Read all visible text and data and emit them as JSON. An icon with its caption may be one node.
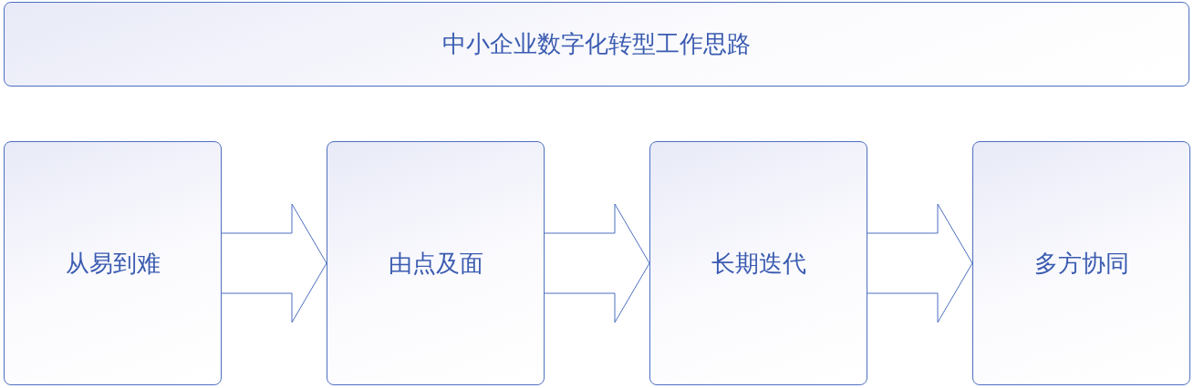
{
  "diagram": {
    "nodes": [
      {
        "text": [
          "中小企业数字化转型工作思路"
        ]
      },
      {
        "text": [
          "从易到难"
        ]
      },
      {
        "text": [
          "由点及面"
        ]
      },
      {
        "text": [
          "长期迭代"
        ]
      },
      {
        "text": [
          "多方协同"
        ]
      }
    ],
    "edges": [
      {
        "from": 1,
        "to": 2,
        "arrow": "to"
      },
      {
        "from": 2,
        "to": 3,
        "arrow": "to"
      },
      {
        "from": 3,
        "to": 4,
        "arrow": "to"
      }
    ]
  }
}
